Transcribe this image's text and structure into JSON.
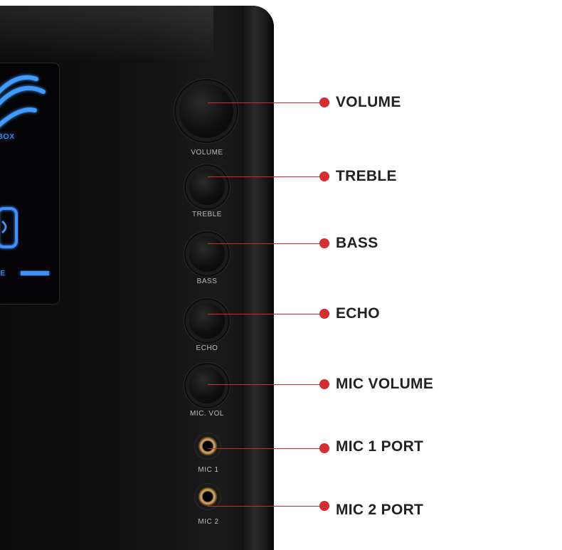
{
  "display": {
    "top_label": "BOX",
    "bottom_label": "KE"
  },
  "controls": [
    {
      "id": "volume",
      "panel_label": "VOLUME",
      "callout": "VOLUME",
      "kind": "knob"
    },
    {
      "id": "treble",
      "panel_label": "TREBLE",
      "callout": "TREBLE",
      "kind": "knob"
    },
    {
      "id": "bass",
      "panel_label": "BASS",
      "callout": "BASS",
      "kind": "knob"
    },
    {
      "id": "echo",
      "panel_label": "ECHO",
      "callout": "ECHO",
      "kind": "knob"
    },
    {
      "id": "mic-volume",
      "panel_label": "MIC. VOL",
      "callout": "MIC VOLUME",
      "kind": "knob"
    },
    {
      "id": "mic-1",
      "panel_label": "MIC 1",
      "callout": "MIC 1 PORT",
      "kind": "jack"
    },
    {
      "id": "mic-2",
      "panel_label": "MIC 2",
      "callout": "MIC 2 PORT",
      "kind": "jack"
    }
  ],
  "colors": {
    "callout_dot": "#d32f2f",
    "leader_line": "#c9302c",
    "display_glow": "#2c7bff"
  }
}
